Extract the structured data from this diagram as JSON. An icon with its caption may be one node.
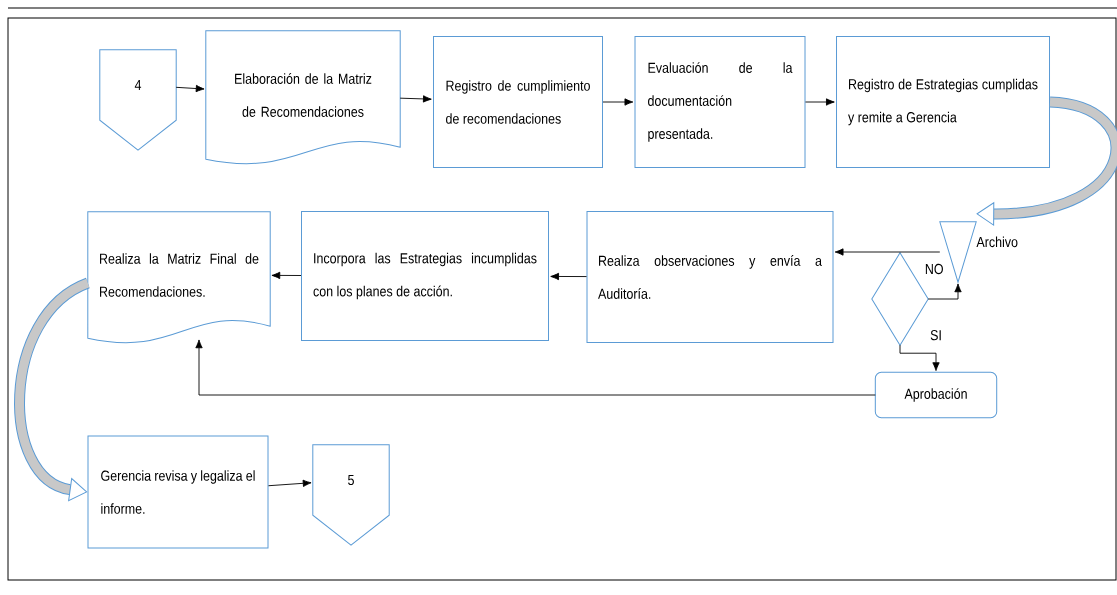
{
  "diagram": {
    "nodes": [
      {
        "text": [
          "4"
        ]
      },
      {
        "text": [
          "Elaboración de la Matriz de Recomendaciones"
        ]
      },
      {
        "text": [
          "Registro de cumplimiento de recomendaciones"
        ]
      },
      {
        "text": [
          "Evaluación de la documentación presentada."
        ]
      },
      {
        "text": [
          "Registro de Estrategias cumplidas y remite a Gerencia"
        ]
      },
      {
        "text": [
          "Archivo"
        ]
      },
      {
        "text": [],
        "shape": "diamond"
      },
      {
        "text": [
          "Realiza observaciones y envía a Auditoría."
        ]
      },
      {
        "text": [
          "Incorpora las Estrategias incumplidas con los planes de acción."
        ]
      },
      {
        "text": [
          "Realiza la Matriz Final de Recomendaciones."
        ]
      },
      {
        "text": [
          "Aprobación"
        ]
      },
      {
        "text": [
          "Gerencia revisa y legaliza el informe."
        ]
      },
      {
        "text": [
          "5"
        ]
      }
    ],
    "edges": [
      {
        "from": 0,
        "to": 1,
        "arrow": "to"
      },
      {
        "from": 1,
        "to": 2,
        "arrow": "to"
      },
      {
        "from": 2,
        "to": 3,
        "arrow": "to"
      },
      {
        "from": 3,
        "to": 4,
        "arrow": "to"
      },
      {
        "from": 4,
        "to": 5,
        "arrow": "to",
        "style": "thick",
        "color": "#5b9bd5"
      },
      {
        "from": 5,
        "to": 7,
        "arrow": "to"
      },
      {
        "from": 6,
        "to": 5,
        "arrow": "to",
        "label": "NO"
      },
      {
        "from": 6,
        "to": 10,
        "arrow": "to",
        "label": "SI"
      },
      {
        "from": 7,
        "to": 8,
        "arrow": "to"
      },
      {
        "from": 8,
        "to": 9,
        "arrow": "to"
      },
      {
        "from": 10,
        "to": 9,
        "arrow": "to"
      },
      {
        "from": 9,
        "to": 11,
        "arrow": "to",
        "style": "thick",
        "color": "#5b9bd5"
      },
      {
        "from": 11,
        "to": 12,
        "arrow": "to"
      }
    ]
  }
}
